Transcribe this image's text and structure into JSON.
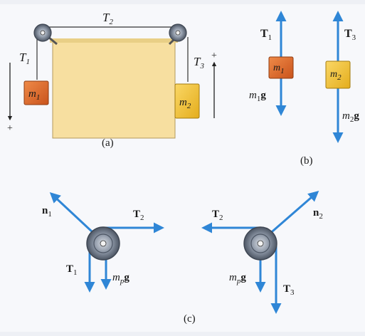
{
  "colors": {
    "background": "#f7f8fb",
    "force_arrow": "#2f86d6",
    "block_tan": "#f7dfa0",
    "mass1_orange": "#e06a2a",
    "mass2_yellow": "#f4c634",
    "pulley_gray": "#8c96a5",
    "string": "#333333"
  },
  "panel_a": {
    "caption": "(a)",
    "T1": "T",
    "T1_sub": "1",
    "T2": "T",
    "T2_sub": "2",
    "T3": "T",
    "T3_sub": "3",
    "m1": "m",
    "m1_sub": "1",
    "m2": "m",
    "m2_sub": "2",
    "plus_left": "+",
    "plus_right": "+"
  },
  "panel_b": {
    "caption": "(b)",
    "T1": "T",
    "T1_sub": "1",
    "T3": "T",
    "T3_sub": "3",
    "m1": "m",
    "m1_sub": "1",
    "m2": "m",
    "m2_sub": "2",
    "w1_m": "m",
    "w1_sub": "1",
    "w1_g": "g",
    "w2_m": "m",
    "w2_sub": "2",
    "w2_g": "g"
  },
  "panel_c": {
    "caption": "(c)",
    "n1": "n",
    "n1_sub": "1",
    "T2_left": "T",
    "T2_left_sub": "2",
    "T1": "T",
    "T1_sub": "1",
    "mpg_left_m": "m",
    "mpg_left_sub": "p",
    "mpg_left_g": "g",
    "T2_right": "T",
    "T2_right_sub": "2",
    "n2": "n",
    "n2_sub": "2",
    "mpg_right_m": "m",
    "mpg_right_sub": "p",
    "mpg_right_g": "g",
    "T3": "T",
    "T3_sub": "3"
  }
}
